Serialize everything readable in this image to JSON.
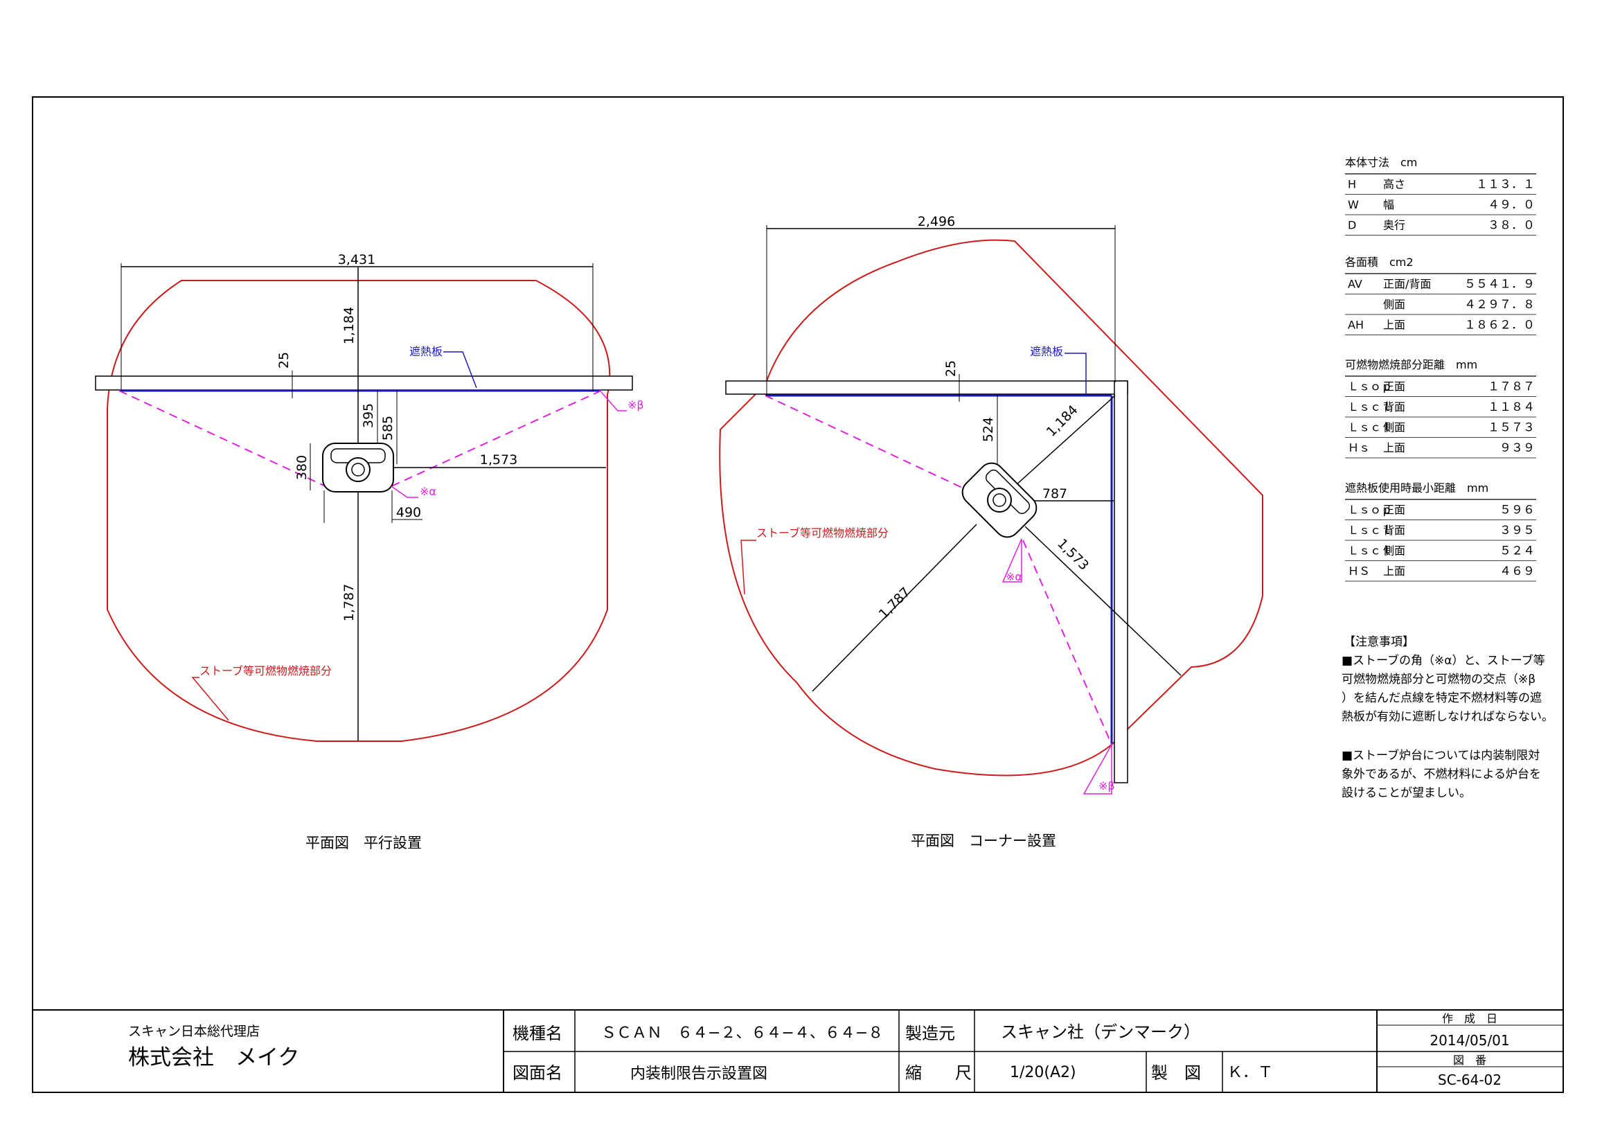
{
  "parallel": {
    "caption": "平面図　平行設置",
    "dim_width": "3,431",
    "dim_top": "1,184",
    "dim_25": "25",
    "dim_395": "395",
    "dim_585": "585",
    "dim_380": "380",
    "dim_side": "1,573",
    "dim_490": "490",
    "dim_front": "1,787",
    "shield_label": "遮熱板",
    "beta_label": "※β",
    "alpha_label": "※α",
    "zone_label": "ストーブ等可燃物燃焼部分"
  },
  "corner": {
    "caption": "平面図　コーナー設置",
    "dim_width": "2,496",
    "dim_25": "25",
    "dim_524": "524",
    "dim_1184": "1,184",
    "dim_787": "787",
    "dim_1573": "1,573",
    "dim_1787": "1,787",
    "shield_label": "遮熱板",
    "alpha_label": "※α",
    "beta_label": "※β",
    "zone_label": "ストーブ等可燃物燃焼部分"
  },
  "specs": {
    "body": {
      "title": "本体寸法　cm",
      "rows": [
        {
          "code": "H",
          "label": "高さ",
          "value": "１１３．１"
        },
        {
          "code": "W",
          "label": "幅",
          "value": "４９．０"
        },
        {
          "code": "D",
          "label": "奥行",
          "value": "３８．０"
        }
      ]
    },
    "area": {
      "title": "各面積　cm2",
      "rows": [
        {
          "code": "AV",
          "label": "正面/背面",
          "value": "５５４１．９"
        },
        {
          "code": "",
          "label": "側面",
          "value": "４２９７．８"
        },
        {
          "code": "AH",
          "label": "上面",
          "value": "１８６２．０"
        }
      ]
    },
    "combustible": {
      "title": "可燃物燃焼部分距離　mm",
      "rows": [
        {
          "code": "Ｌｓｏｐ",
          "label": "正面",
          "value": "１７８７"
        },
        {
          "code": "Ｌｓｃｌ",
          "label": "背面",
          "value": "１１８４"
        },
        {
          "code": "Ｌｓｃｌ",
          "label": "側面",
          "value": "１５７３"
        },
        {
          "code": "Ｈｓ",
          "label": "上面",
          "value": "９３９"
        }
      ]
    },
    "shield": {
      "title": "遮熱板使用時最小距離　mm",
      "rows": [
        {
          "code": "Ｌｓｏｐ",
          "label": "正面",
          "value": "５９６"
        },
        {
          "code": "Ｌｓｃｌ",
          "label": "背面",
          "value": "３９５"
        },
        {
          "code": "Ｌｓｃｌ",
          "label": "側面",
          "value": "５２４"
        },
        {
          "code": "ＨＳ",
          "label": "上面",
          "value": "４６９"
        }
      ]
    }
  },
  "notes": {
    "title": "【注意事項】",
    "lines1": [
      "■ストーブの角（※α）と、ストーブ等",
      "可燃物燃焼部分と可燃物の交点（※β",
      "）を結んだ点線を特定不燃材料等の遮",
      "熱板が有効に遮断しなければならない。"
    ],
    "lines2": [
      "■ストーブ炉台については内装制限対",
      "象外であるが、不燃材料による炉台を",
      "設けることが望ましい。"
    ]
  },
  "titleblock": {
    "agent_line": "スキャン日本総代理店",
    "company": "株式会社　メイク",
    "model_label": "機種名",
    "model_value": "ＳＣＡＮ　６４−２、６４−４、６４−８",
    "maker_label": "製造元",
    "maker_value": "スキャン社（デンマーク）",
    "drawing_label": "図面名",
    "drawing_value": "内装制限告示設置図",
    "scale_label": "縮　　尺",
    "scale_value": "1/20(A2)",
    "drafter_label": "製　図",
    "drafter_value": "Ｋ．Ｔ",
    "date_label": "作　成　日",
    "date_value": "2014/05/01",
    "number_label": "図　番",
    "number_value": "SC-64-02"
  },
  "colors": {
    "zone": "#cc1a1a",
    "shield": "#1a1ab8",
    "dashed": "#e020e0"
  }
}
